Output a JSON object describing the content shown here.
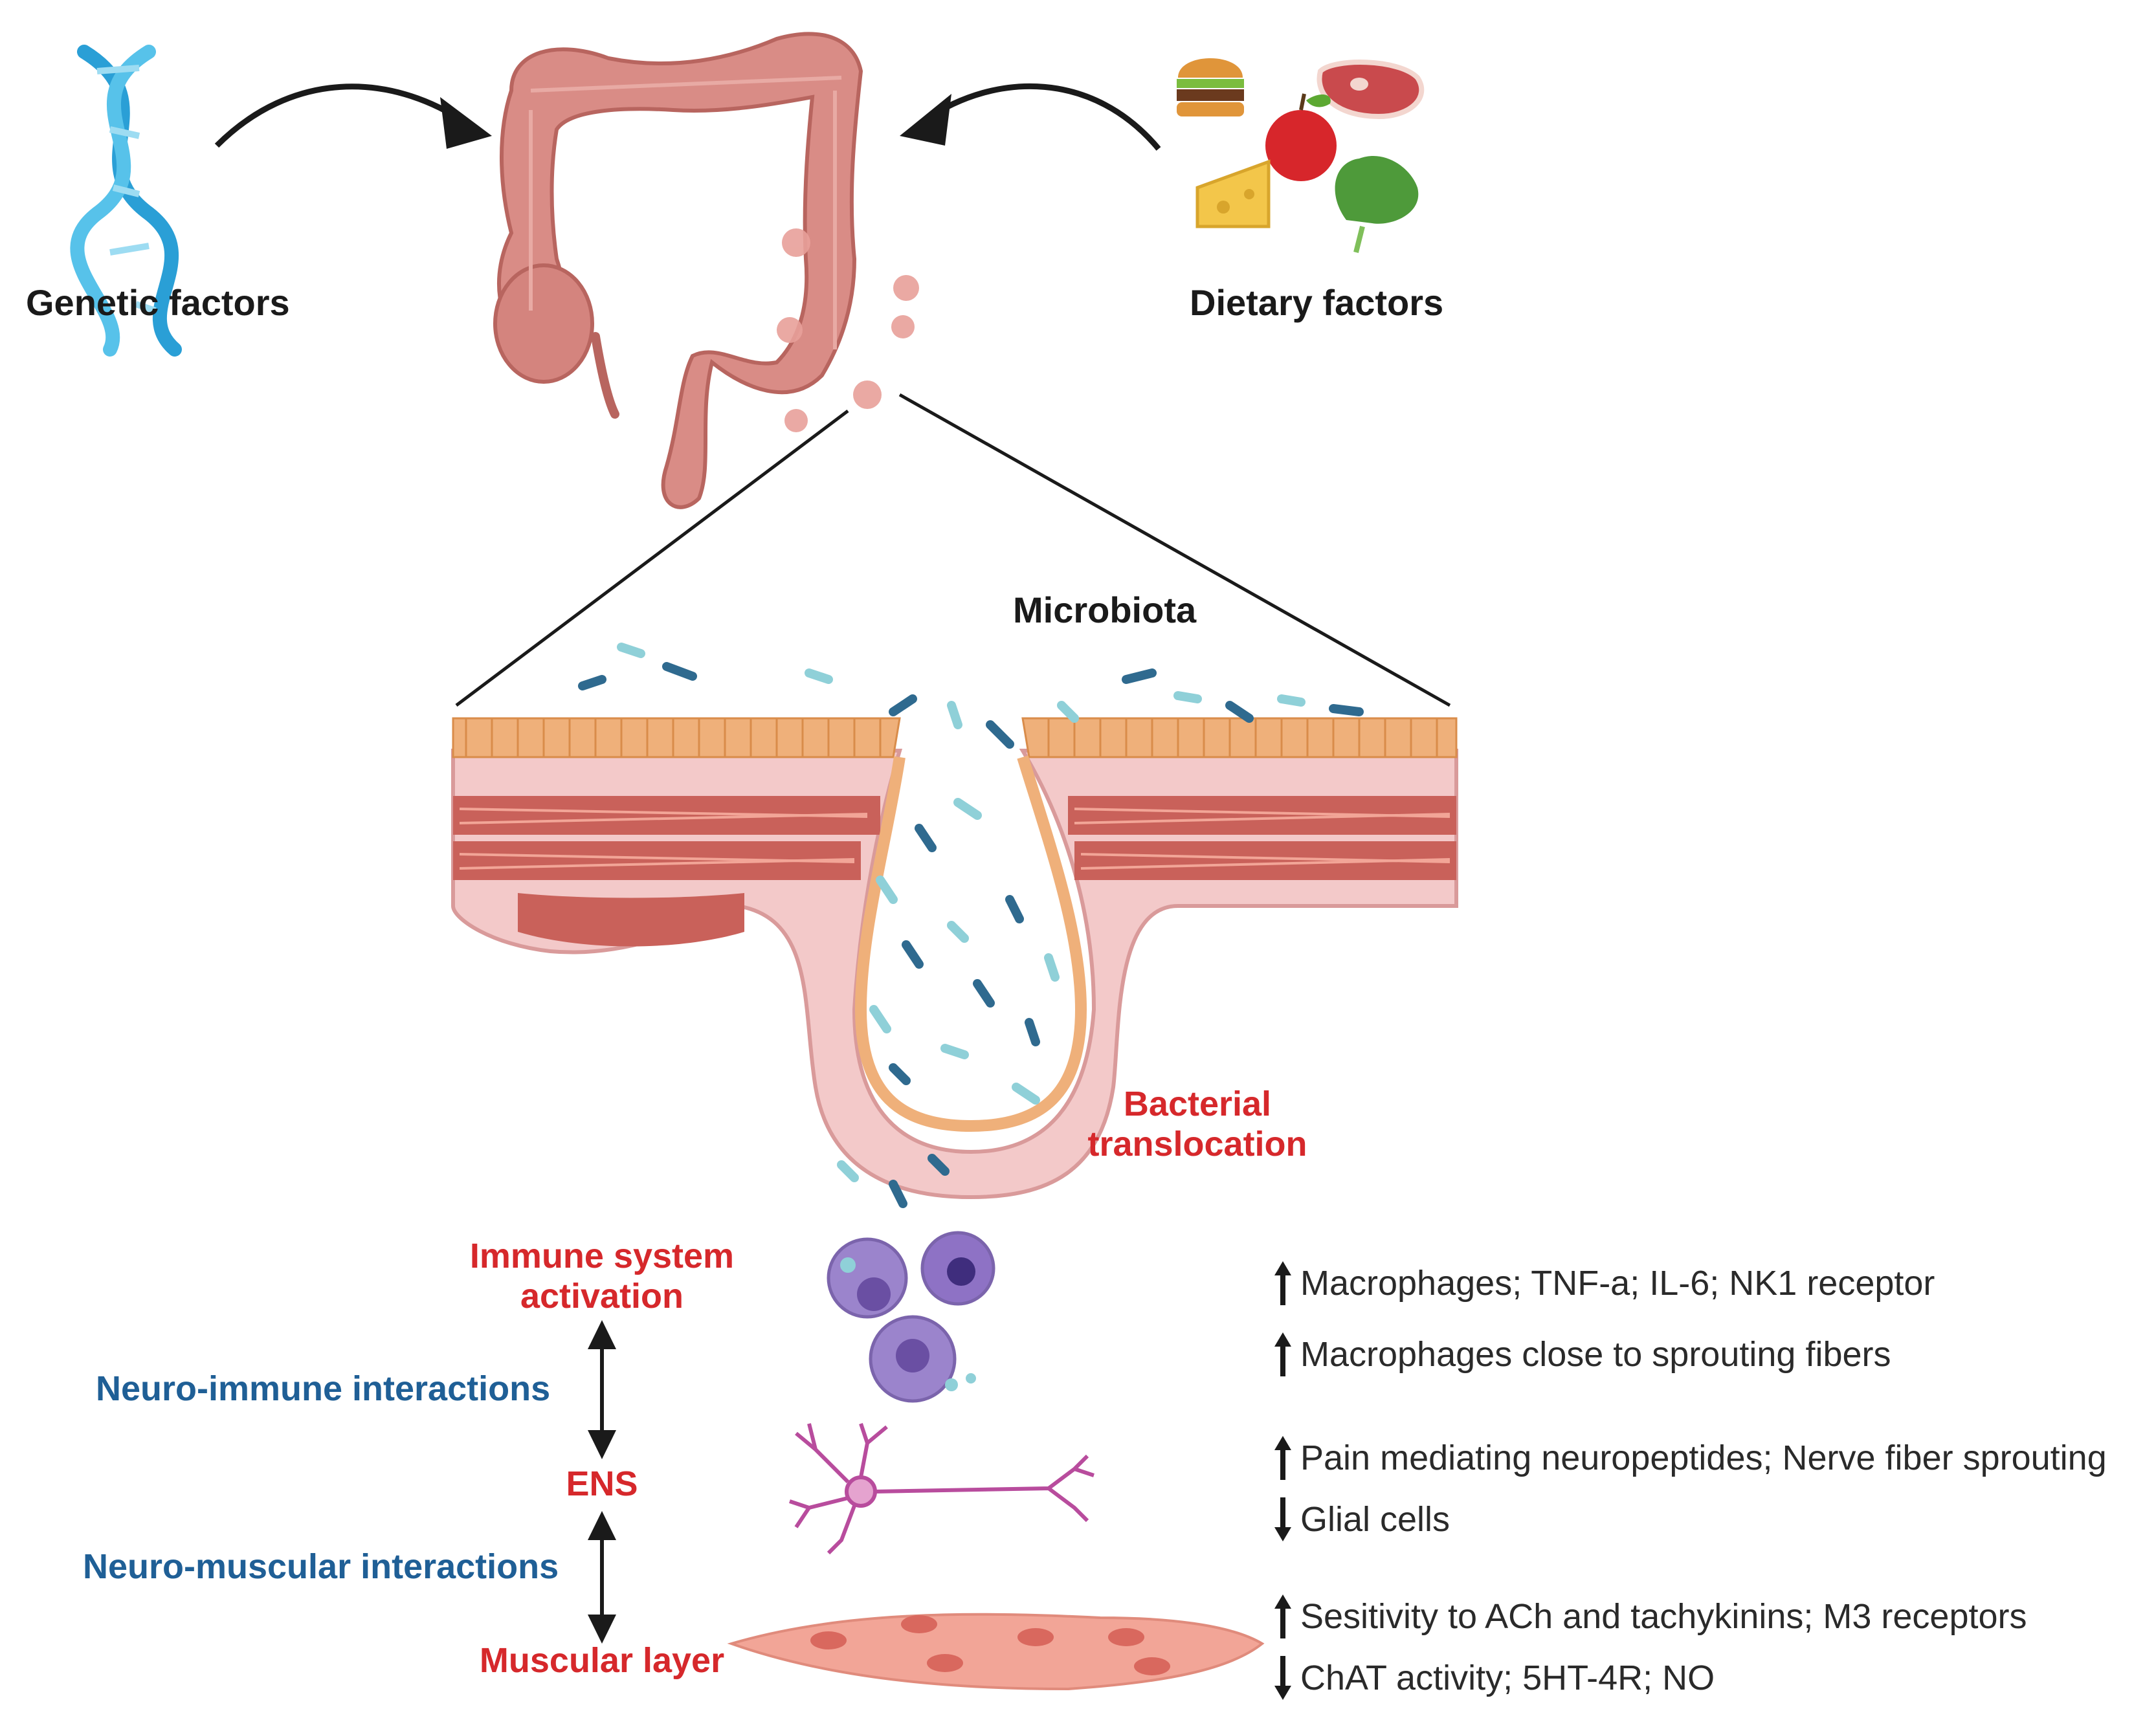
{
  "factors": {
    "genetic": "Genetic factors",
    "dietary": "Dietary factors"
  },
  "microbiota": "Microbiota",
  "translocation": {
    "line1": "Bacterial",
    "line2": "translocation"
  },
  "stages": {
    "immune": {
      "line1": "Immune system",
      "line2": "activation"
    },
    "ens": "ENS",
    "muscular": "Muscular layer"
  },
  "interactions": {
    "neuro_immune": "Neuro-immune interactions",
    "neuro_muscular": "Neuro-muscular interactions"
  },
  "effects": [
    {
      "direction": "up",
      "text": "Macrophages; TNF-a; IL-6; NK1 receptor"
    },
    {
      "direction": "up",
      "text": "Macrophages close to sprouting fibers"
    },
    {
      "direction": "up",
      "text": "Pain mediating neuropeptides; Nerve fiber sprouting"
    },
    {
      "direction": "down",
      "text": "Glial cells"
    },
    {
      "direction": "up",
      "text": "Sesitivity to ACh and tachykinins; M3 receptors"
    },
    {
      "direction": "down",
      "text": "ChAT activity; 5HT-4R; NO"
    }
  ],
  "colors": {
    "colon": "#d98c86",
    "colon_dark": "#b8655f",
    "mucosa": "#efb07a",
    "submucosa": "#f3c9c9",
    "muscle": "#c9615a",
    "muscle_light": "#f2a597",
    "bacteria_dark": "#2f6a8f",
    "bacteria_light": "#8fd0d8",
    "immune_cell": "#9b84cc",
    "neuron": "#b84c9d",
    "red_label": "#d6282b",
    "blue_label": "#1f5f96"
  }
}
